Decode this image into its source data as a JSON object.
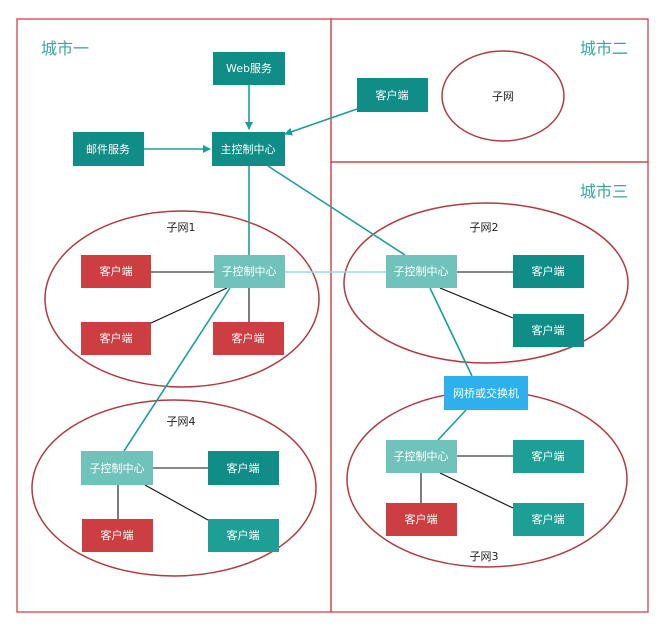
{
  "colors": {
    "region_border": "#d2323c",
    "subnet_border": "#b23a3f",
    "title_teal": "#3aa6a0",
    "teal_dark": "#0f8d86",
    "teal_light": "#6fc3bb",
    "red": "#cc3e41",
    "blue": "#2eb0ee",
    "line_teal": "#19a096",
    "line_black": "#111111"
  },
  "regions": {
    "city1": "城市一",
    "city2": "城市二",
    "city3": "城市三"
  },
  "subnets": {
    "city2": "子网",
    "s1": "子网1",
    "s2": "子网2",
    "s3": "子网3",
    "s4": "子网4"
  },
  "nodes": {
    "web_service": "Web服务",
    "mail_service": "邮件服务",
    "main_control": "主控制中心",
    "city2_client": "客户端",
    "s1_control": "子控制中心",
    "s1_client_a": "客户端",
    "s1_client_b": "客户端",
    "s1_client_c": "客户端",
    "s2_control": "子控制中心",
    "s2_client_a": "客户端",
    "s2_client_b": "客户端",
    "bridge": "网桥或交换机",
    "s3_control": "子控制中心",
    "s3_client_a": "客户端",
    "s3_client_b": "客户端",
    "s3_client_c": "客户端",
    "s4_control": "子控制中心",
    "s4_client_a": "客户端",
    "s4_client_b": "客户端",
    "s4_client_c": "客户端"
  }
}
